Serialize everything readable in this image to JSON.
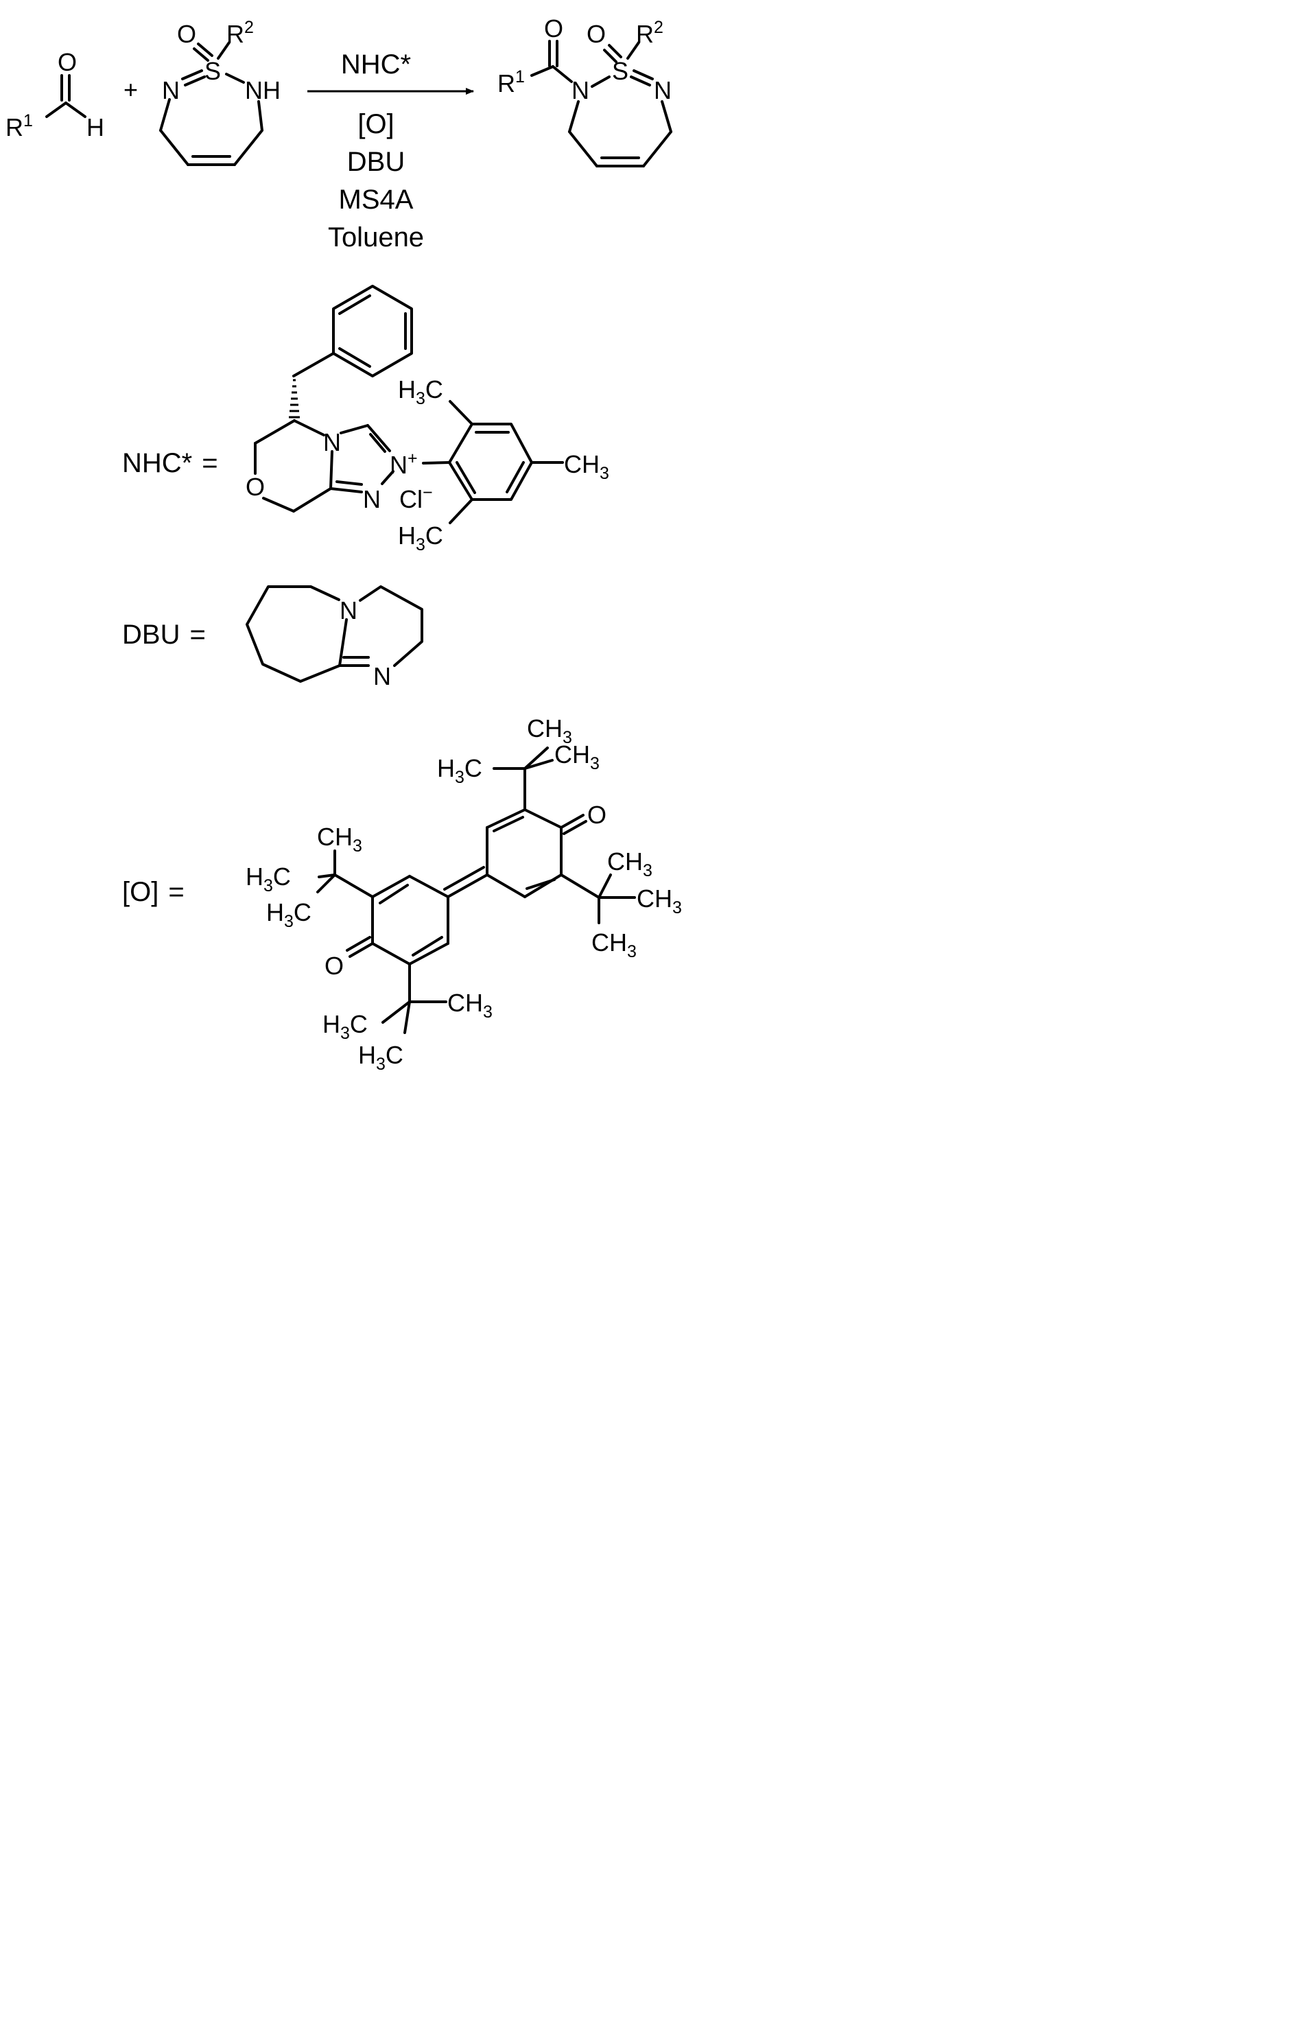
{
  "colors": {
    "carbon": "#000000",
    "oxygen": "#e8210f",
    "nitrogen": "#1a2ce0",
    "sulfur": "#b2b20b",
    "chlorine": "#7ab32b"
  },
  "atoms": {
    "O": "O",
    "N": "N",
    "S": "S",
    "H": "H",
    "NH": "NH",
    "R": "R",
    "Cl": "Cl",
    "C": "C",
    "CH": "CH"
  },
  "numbers": {
    "one": "1",
    "two": "2",
    "three": "3"
  },
  "charges": {
    "plus": "+",
    "minus": "−"
  },
  "symbols": {
    "plus": "+",
    "equals": "="
  },
  "conditions": [
    "NHC*",
    "[O]",
    "DBU",
    "MS4A",
    "Toluene"
  ],
  "definitions": {
    "nhc": "NHC*",
    "dbu": "DBU",
    "oxidant": "[O]"
  }
}
